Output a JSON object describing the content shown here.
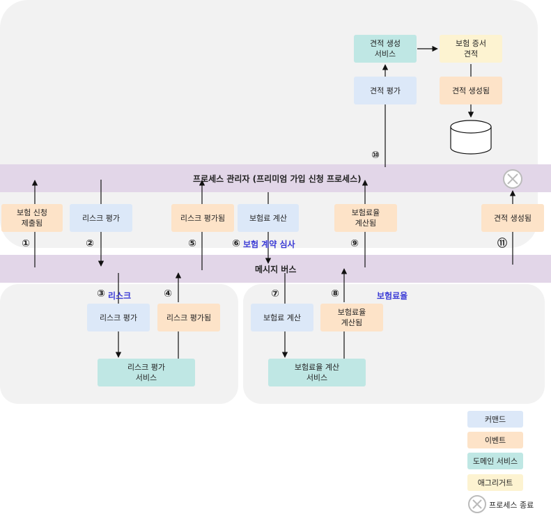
{
  "bands": {
    "process_manager": "프로세스 관리자 (프리미엄 가입 신청 프로세스)",
    "message_bus": "메시지 버스"
  },
  "contexts": {
    "underwriting": "보험 계약 심사",
    "risk": "리스크",
    "rate": "보험료율"
  },
  "steps": [
    "①",
    "②",
    "③",
    "④",
    "⑤",
    "⑥",
    "⑦",
    "⑧",
    "⑨",
    "⑩",
    "⑪"
  ],
  "nodes": {
    "quote_service": "견적 생성\n서비스",
    "policy_quote": "보험 증서\n견적",
    "quote_eval": "견적 평가",
    "quote_created_top": "견적 생성됨",
    "application_submitted": "보험 신청\n제출됨",
    "risk_assess_cmd_top": "리스크 평가",
    "risk_assessed_top": "리스크 평가됨",
    "premium_calc_cmd_top": "보험료 계산",
    "rate_calculated_top": "보험료율\n계산됨",
    "quote_created_right": "견적 생성됨",
    "risk_assess_cmd_bottom": "리스크 평가",
    "risk_assessed_bottom": "리스크 평가됨",
    "risk_service": "리스크 평가\n서비스",
    "premium_calc_cmd_bottom": "보험료 계산",
    "rate_calculated_bottom": "보험료율\n계산됨",
    "rate_service": "보험료율 계산\n서비스"
  },
  "legend": {
    "command": "커맨드",
    "event": "이벤트",
    "domain_service": "도메인 서비스",
    "aggregate": "애그리거트",
    "process_end": "프로세스 종료"
  },
  "colors": {
    "command": "#dce8f8",
    "event": "#fde3c8",
    "domain_service": "#bfe7e4",
    "aggregate": "#fdf3d1",
    "band": "#e2d6e8",
    "context_label": "#3a3ad6"
  }
}
